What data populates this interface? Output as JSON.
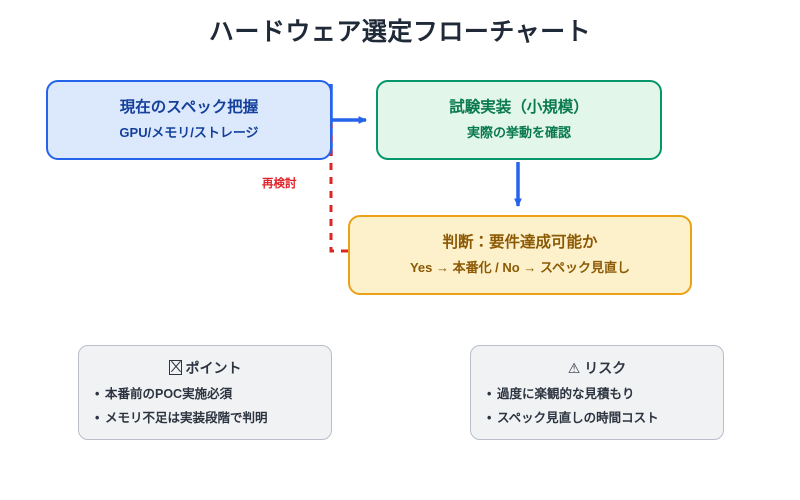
{
  "page": {
    "title": "ハードウェア選定フローチャート",
    "background": "#ffffff"
  },
  "flow": {
    "nodes": [
      {
        "id": "current-spec",
        "title": "現在のスペック把握",
        "subtitle": "GPU/メモリ/ストレージ",
        "fill": "#dce8fb",
        "border": "#2563eb",
        "text_color": "#14409c"
      },
      {
        "id": "pilot-implementation",
        "title": "試験実装（小規模）",
        "subtitle": "実際の挙動を確認",
        "fill": "#e2f6ea",
        "border": "#059669",
        "text_color": "#0a7a4e"
      },
      {
        "id": "decision",
        "title": "判断：要件達成可能か",
        "subtitle": "Yes → 本番化 / No → スペック見直し",
        "fill": "#fdf1cb",
        "border": "#eca016",
        "text_color": "#8c5a05"
      }
    ],
    "connectors": [
      {
        "id": "current-to-pilot",
        "style": "solid",
        "color": "#2563eb",
        "label": ""
      },
      {
        "id": "pilot-to-decision",
        "style": "solid",
        "color": "#2563eb",
        "label": ""
      },
      {
        "id": "decision-back-to-current",
        "style": "dashed",
        "color": "#dc2626",
        "label": "再検討"
      }
    ]
  },
  "notes": {
    "points": {
      "icon": "tofu-box-icon",
      "heading": "ポイント",
      "items": [
        "本番前のPOC実施必須",
        "メモリ不足は実装段階で判明"
      ]
    },
    "risks": {
      "icon": "warning-triangle-icon",
      "icon_glyph": "⚠",
      "heading": "リスク",
      "items": [
        "過度に楽観的な見積もり",
        "スペック見直しの時間コスト"
      ]
    },
    "bullet": "•"
  }
}
